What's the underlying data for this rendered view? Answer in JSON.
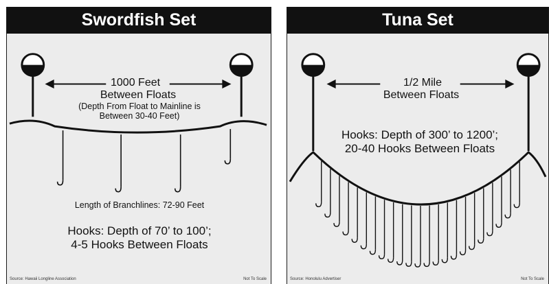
{
  "swordfish": {
    "title": "Swordfish Set",
    "distance_value": "1000 Feet",
    "distance_label": "Between Floats",
    "depth_note_1": "(Depth From Float to Mainline is",
    "depth_note_2": "Between 30-40 Feet)",
    "branchlines": "Length of Branchlines: 72-90 Feet",
    "hooks_1": "Hooks:  Depth of 70’ to 100’;",
    "hooks_2": "4-5 Hooks Between Floats",
    "source": "Source: Hawaii Longline Association",
    "scale_note": "Not To Scale"
  },
  "tuna": {
    "title": "Tuna Set",
    "distance_value": "1/2 Mile",
    "distance_label": "Between Floats",
    "hooks_1": "Hooks:  Depth of 300’ to 1200’;",
    "hooks_2": "20-40 Hooks Between Floats",
    "source": "Source: Honolulu Advertiser",
    "scale_note": "Not To Scale"
  }
}
